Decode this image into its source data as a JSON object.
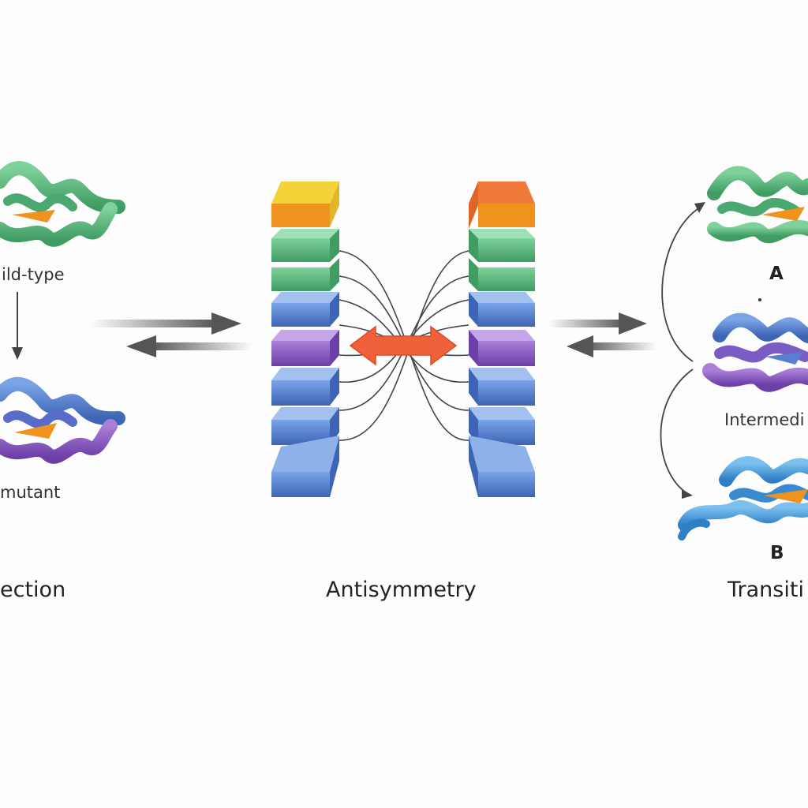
{
  "labels": {
    "wild_type": "ild-type",
    "mutant": "mutant",
    "left_title": "ection",
    "center_title": "Antisymmetry",
    "state_a": "A",
    "intermediate": "Intermedi",
    "state_b": "B",
    "right_title": "Transiti"
  },
  "colors": {
    "green": "#5cb87a",
    "orange": "#f0921e",
    "blue": "#4a7cc9",
    "purple": "#8a5bbf",
    "yellow": "#f4d23a",
    "red_arrow": "#f0603a",
    "grey_arrow": "#555555"
  },
  "left_stack": [
    "yellow-orange",
    "green",
    "green",
    "blue",
    "purple",
    "blue",
    "blue",
    "blue"
  ],
  "right_stack": [
    "orange",
    "green",
    "green",
    "blue",
    "purple",
    "blue",
    "blue",
    "blue"
  ]
}
